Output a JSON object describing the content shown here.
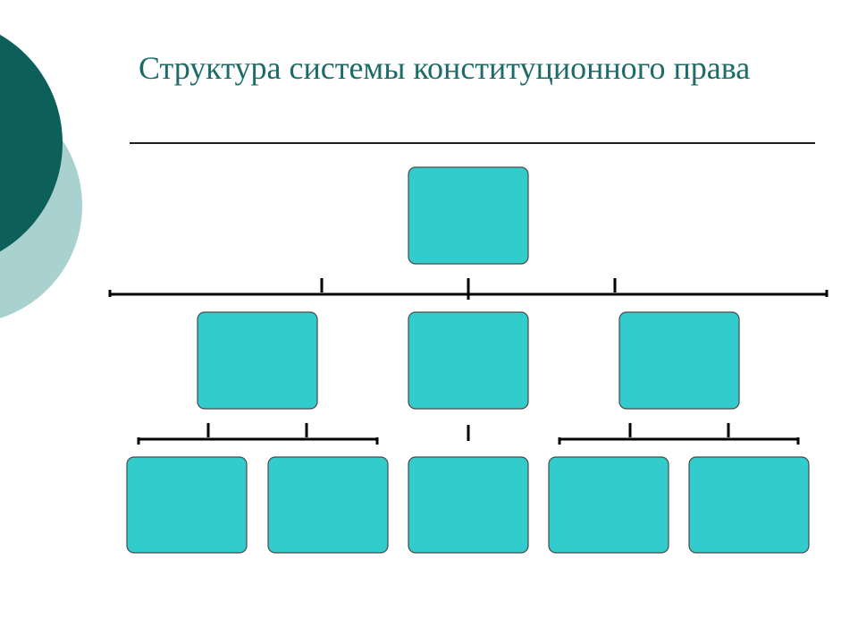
{
  "slide": {
    "title": "Структура системы конституционного права"
  },
  "colors": {
    "box_fill": "#33cccc",
    "box_stroke": "#4a4a4a",
    "connector": "#000000",
    "title": "#1d6b66",
    "circle_dark": "#0d5f5a",
    "circle_light": "#a8d1cf"
  },
  "diagram": {
    "type": "hierarchy",
    "levels": 3,
    "nodes": [
      {
        "id": "root",
        "level": 0,
        "label": ""
      },
      {
        "id": "l1-a",
        "level": 1,
        "parent": "root",
        "label": ""
      },
      {
        "id": "l1-b",
        "level": 1,
        "parent": "root",
        "label": ""
      },
      {
        "id": "l1-c",
        "level": 1,
        "parent": "root",
        "label": ""
      },
      {
        "id": "l2-a1",
        "level": 2,
        "parent": "l1-a",
        "label": ""
      },
      {
        "id": "l2-a2",
        "level": 2,
        "parent": "l1-a",
        "label": ""
      },
      {
        "id": "l2-b1",
        "level": 2,
        "parent": "l1-b",
        "label": ""
      },
      {
        "id": "l2-c1",
        "level": 2,
        "parent": "l1-c",
        "label": ""
      },
      {
        "id": "l2-c2",
        "level": 2,
        "parent": "l1-c",
        "label": ""
      }
    ]
  }
}
